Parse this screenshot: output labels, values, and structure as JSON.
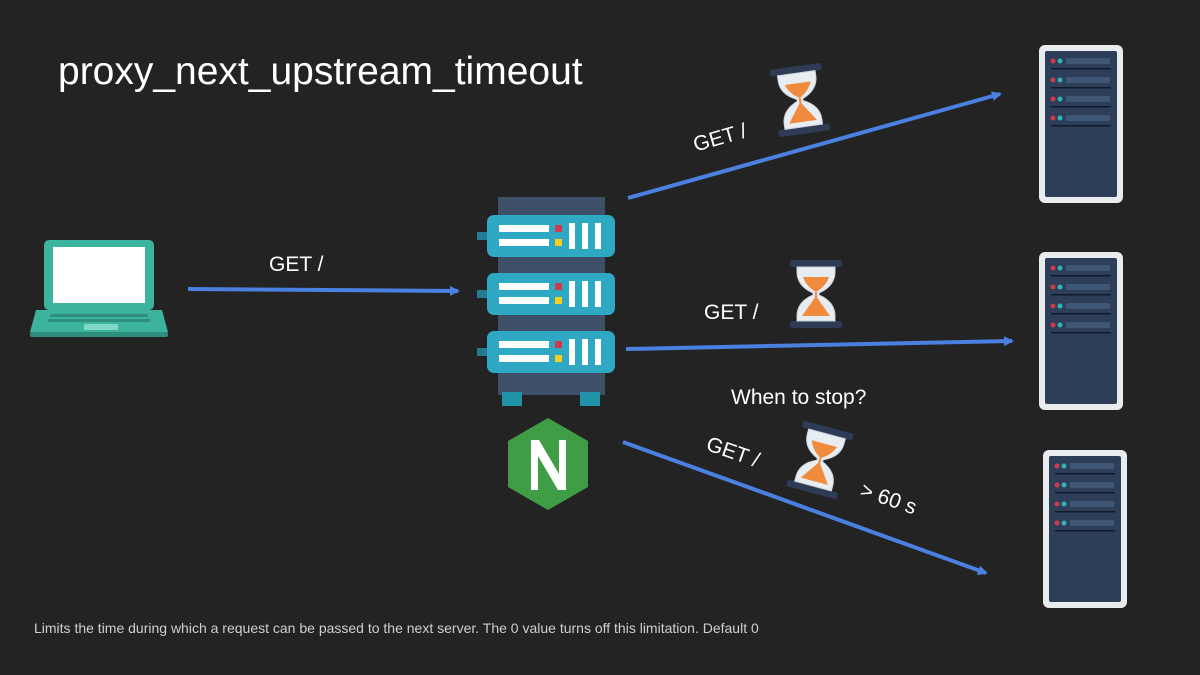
{
  "title": "proxy_next_upstream_timeout",
  "labels": {
    "client_request": "GET /",
    "upstream_1_request": "GET /",
    "upstream_2_request": "GET /",
    "upstream_3_request": "GET /",
    "question": "When to stop?",
    "timeout_value": "> 60 s"
  },
  "footnote": "Limits the time during which a request can be passed to the next server. The 0 value turns off this limitation. Default 0",
  "icons": {
    "client": "laptop-icon",
    "proxy": "server-rack-icon",
    "proxy_brand": "nginx-logo-icon",
    "timer": "hourglass-icon",
    "upstream": "server-tower-icon"
  },
  "colors": {
    "background": "#232323",
    "arrow": "#4a80e0",
    "laptop": "#3cb39d",
    "rack": "#2fa8c3",
    "nginx": "#3f9e45",
    "hourglass_sand": "#f08a3c",
    "led_red": "#d23a4a",
    "led_yellow": "#f5d020"
  }
}
